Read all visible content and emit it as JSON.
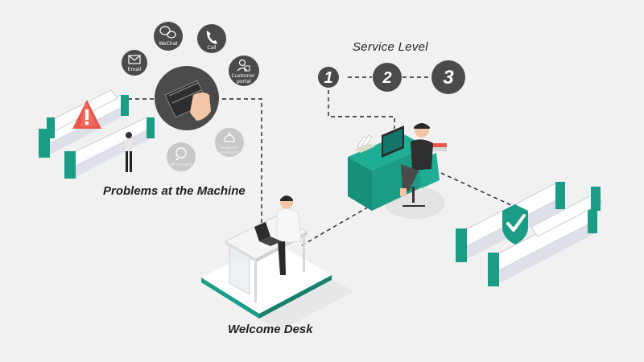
{
  "labels": {
    "problems": "Problems at the Machine",
    "welcome_desk": "Welcome Desk",
    "service_level": "Service Level"
  },
  "service_levels": [
    "1",
    "2",
    "3"
  ],
  "channels": {
    "email": "Email",
    "wechat": "WeChat",
    "call": "Call",
    "customer_portal": "Customer portal",
    "whatsapp": "Whatsapp",
    "support_assistant": "Support assistant"
  },
  "colors": {
    "background": "#f1f1f1",
    "teal": "#1a9c86",
    "dark_circle": "#4a4a4a",
    "alert_red": "#e8574c",
    "machine_white": "#f7f7f9"
  },
  "icons": [
    "email-icon",
    "wechat-icon",
    "call-icon",
    "customer-portal-icon",
    "whatsapp-icon",
    "support-assistant-icon",
    "warning-icon",
    "checkmark-shield-icon"
  ]
}
